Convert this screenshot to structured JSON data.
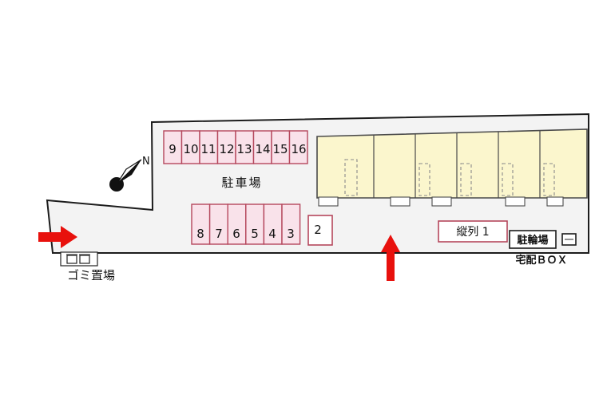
{
  "plan": {
    "labels": {
      "parking_lot": "駐車場",
      "space2": "2",
      "tandem": "縦列 1",
      "bicycle": "駐輪場",
      "delivery_box": "宅配ＢＯＸ",
      "garbage": "ゴミ置場",
      "north": "N"
    },
    "parking": {
      "top_row": [
        "9",
        "10",
        "11",
        "12",
        "13",
        "14",
        "15",
        "16"
      ],
      "bottom_row": [
        "8",
        "7",
        "6",
        "5",
        "4",
        "3"
      ]
    },
    "colors": {
      "plot_fill": "#f3f3f3",
      "plot_stroke": "#1c1c1c",
      "stall_fill": "#f9e2ea",
      "stall_stroke": "#b5475c",
      "building_fill": "#fbf6cd",
      "arrow_red": "#e8110d"
    }
  }
}
